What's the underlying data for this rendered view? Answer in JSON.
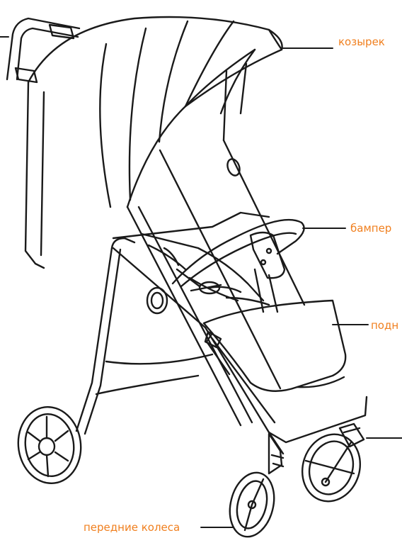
{
  "labels": {
    "canopy": "козырек",
    "bumper": "бампер",
    "footrest": "подн",
    "front_wheels": "передние колеса"
  },
  "colors": {
    "label": "#f07f1e",
    "line": "#1a1a1a",
    "background": "#ffffff",
    "accent_gray": "#9a9a9a"
  }
}
